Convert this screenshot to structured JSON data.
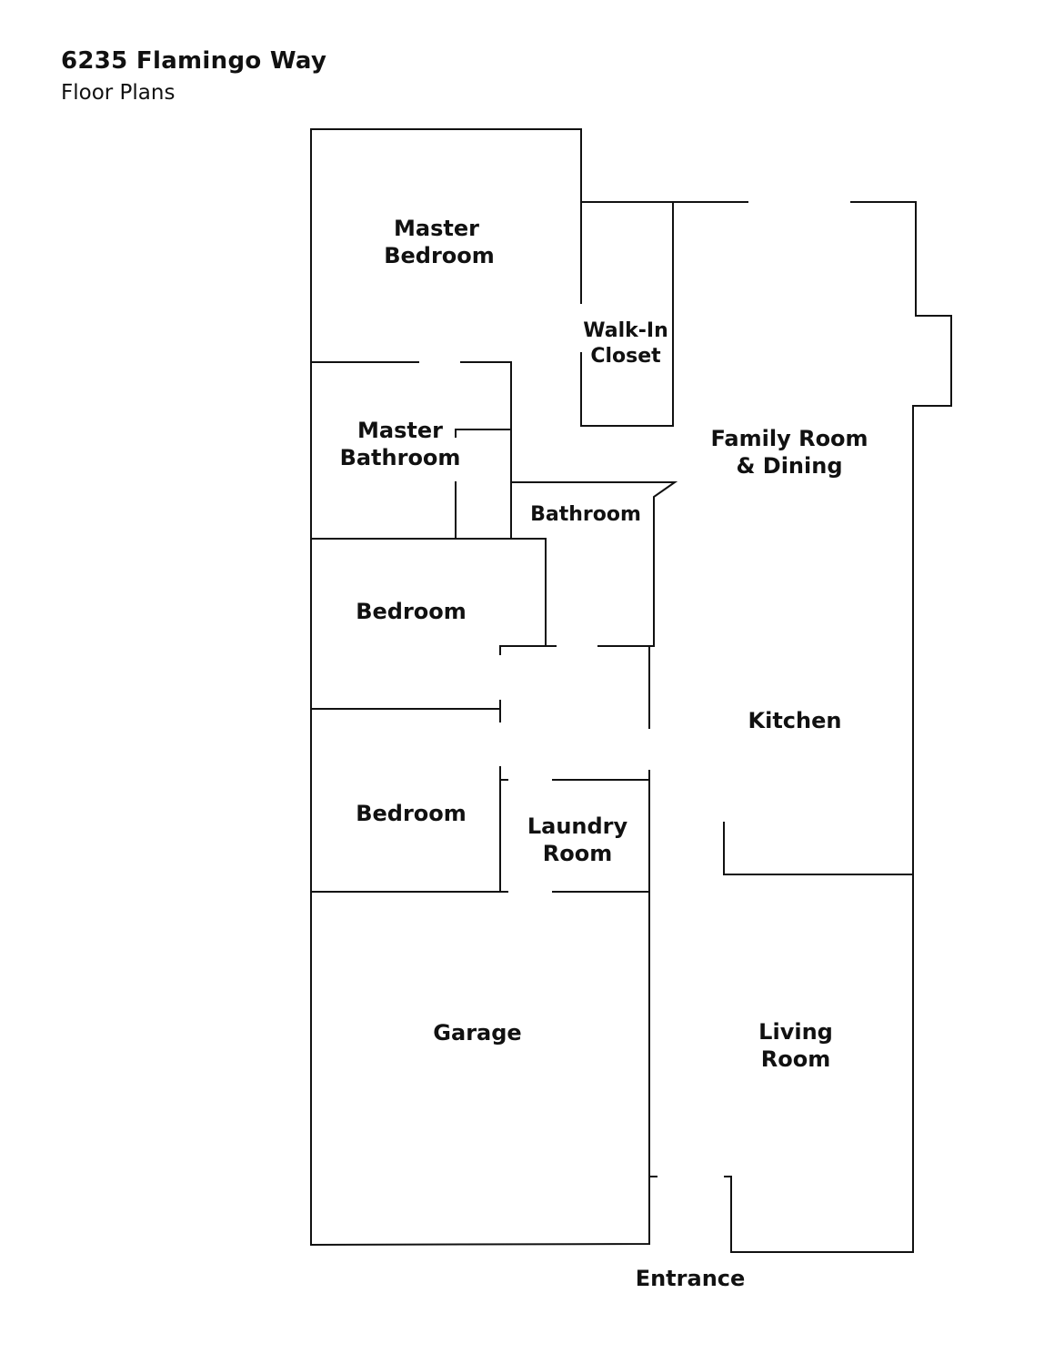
{
  "header": {
    "title": "6235 Flamingo Way",
    "subtitle": "Floor Plans"
  },
  "rooms": {
    "master_bedroom": [
      "Master",
      "Bedroom"
    ],
    "walk_in_closet": [
      "Walk-In",
      "Closet"
    ],
    "family_room": [
      "Family Room",
      "& Dining"
    ],
    "master_bathroom": [
      "Master",
      "Bathroom"
    ],
    "bathroom": "Bathroom",
    "bedroom_1": "Bedroom",
    "kitchen": "Kitchen",
    "bedroom_2": "Bedroom",
    "laundry_room": [
      "Laundry",
      "Room"
    ],
    "garage": "Garage",
    "living_room": [
      "Living",
      "Room"
    ],
    "entrance": "Entrance"
  }
}
